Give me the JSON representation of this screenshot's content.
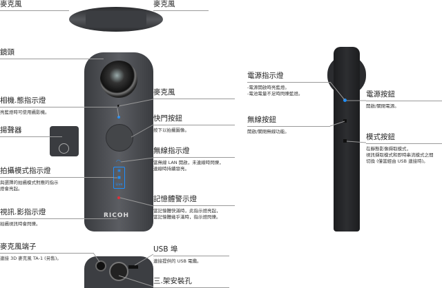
{
  "labels": {
    "mic_top_left": {
      "title": "麥克風"
    },
    "mic_top_right": {
      "title": "麥克風"
    },
    "lens": {
      "title": "鏡頭"
    },
    "camera_status_lamp": {
      "title": "相機.態指示燈",
      "desc": "亮藍燈時可使用攝影機。"
    },
    "speaker": {
      "title": "揚聲器"
    },
    "shooting_mode_lamp": {
      "title": "拍攝模式指示燈",
      "desc": "與選擇的拍攝模式對應的指示\n燈會亮起。"
    },
    "video_lamp": {
      "title": "視訊.影指示燈",
      "desc": "拍攝視訊時會閃爍。"
    },
    "mic_front": {
      "title": "麥克風"
    },
    "shutter_button": {
      "title": "快門按鈕",
      "desc": "按下以拍攝圖像。"
    },
    "wireless_lamp": {
      "title": "無線指示燈",
      "desc": "當無線 LAN 開啟，未連線時閃爍，\n連線時持續發亮。"
    },
    "memory_warning_lamp": {
      "title": "記憶體警示燈",
      "desc": "當記憶體快滿時，此指示燈亮起，\n當記憶體幾乎滿時，指示燈閃爍。"
    },
    "power_lamp": {
      "title": "電源指示燈",
      "desc": "-電源開啟時亮藍燈。\n-電池電量不足時閃爍藍燈。"
    },
    "power_button": {
      "title": "電源按鈕",
      "desc": "開啟/關閉電源。"
    },
    "wireless_button": {
      "title": "無線按鈕",
      "desc": "開啟/關閉無線功能。"
    },
    "mode_button": {
      "title": "模式按鈕",
      "desc": "在靜態影像擷取模式，\n視訊擷取模式和即時串流模式之間\n切換 (僅當經由 USB 連接時)。"
    },
    "mic_terminal": {
      "title": "麥克風端子",
      "desc": "連接 3D 麥克風 TA-1 (另售)。"
    },
    "usb_port": {
      "title": "USB 埠",
      "desc": "連接提供的 USB 電纜。"
    },
    "tripod_hole": {
      "title": "三.架安裝孔"
    }
  },
  "camera": {
    "brand": "RICOH",
    "mode_lamp_text": "Live"
  },
  "colors": {
    "body": "#4a4c50",
    "blue_lamp": "#1e90ff",
    "red_lamp": "#e0303a"
  }
}
